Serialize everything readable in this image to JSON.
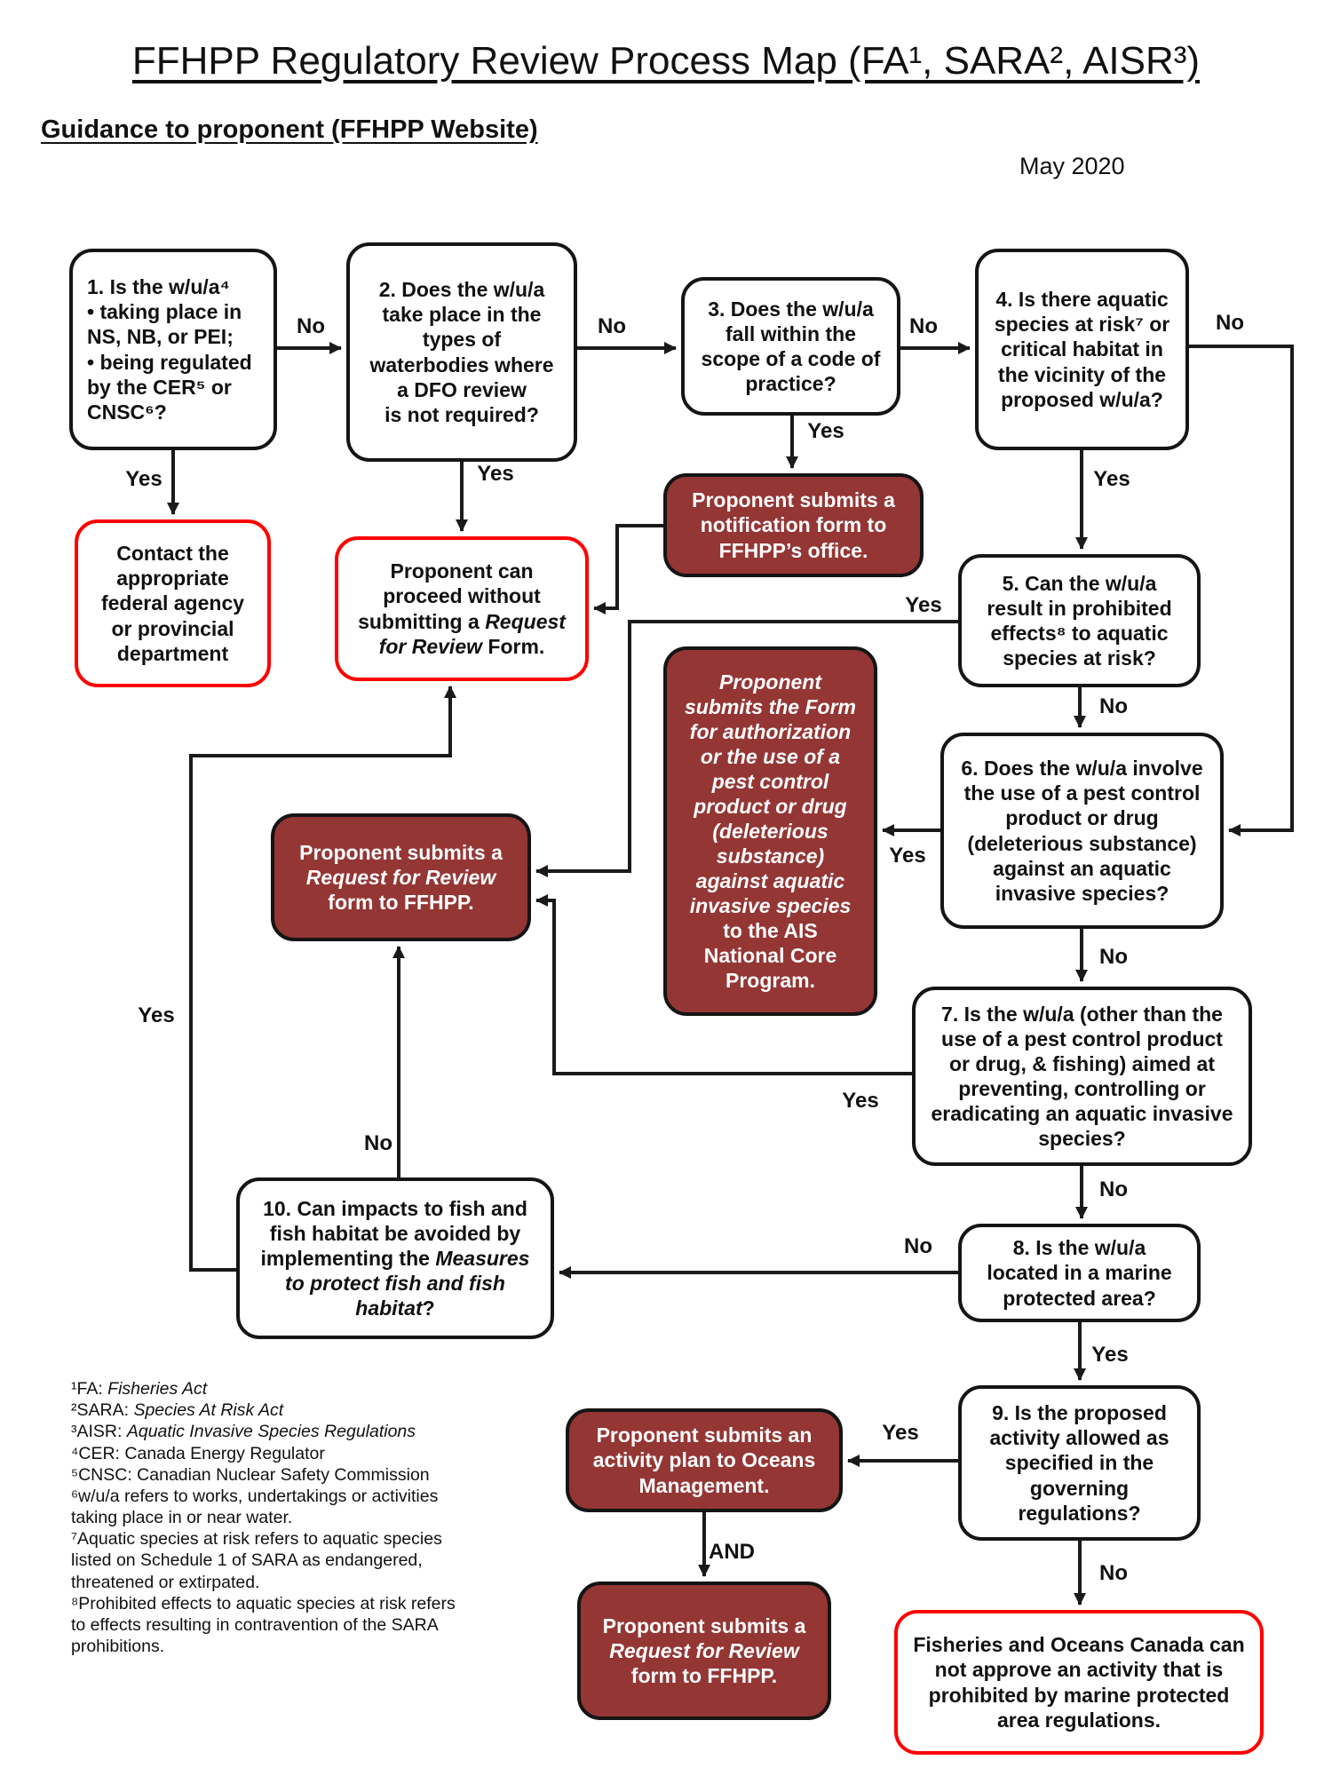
{
  "header": {
    "title": "FFHPP Regulatory Review Process Map (FA¹, SARA², AISR³)",
    "subtitle": "Guidance to proponent (FFHPP Website)",
    "date": "May 2020"
  },
  "colors": {
    "action_fill": "#943634",
    "terminal_border": "#ff0000",
    "line_color": "#1a1a1a"
  },
  "nodes": {
    "q1": {
      "segments": [
        {
          "t": "1.  Is the w/u/a⁴\n•  taking place in NS, NB, or PEI;\n•  being regulated by the CER⁵ or CNSC⁶?"
        }
      ]
    },
    "q2": {
      "segments": [
        {
          "t": "2. Does the w/u/a take place in the types of waterbodies where a DFO review\nis not required?"
        }
      ]
    },
    "q3": {
      "segments": [
        {
          "t": "3. Does the w/u/a fall within the scope of a code of practice?"
        }
      ]
    },
    "q4": {
      "segments": [
        {
          "t": "4. Is there aquatic species at risk⁷ or critical habitat in the vicinity of the proposed w/u/a?"
        }
      ]
    },
    "contact": {
      "segments": [
        {
          "t": "Contact the appropriate federal agency or provincial department"
        }
      ]
    },
    "proceed": {
      "segments": [
        {
          "t": "Proponent can proceed without submitting a "
        },
        {
          "t": "Request for Review",
          "i": true
        },
        {
          "t": " Form."
        }
      ]
    },
    "notify": {
      "segments": [
        {
          "t": "Proponent submits a notification form to FFHPP’s office."
        }
      ]
    },
    "q5": {
      "segments": [
        {
          "t": "5. Can the w/u/a result in prohibited effects⁸ to aquatic species at risk?"
        }
      ]
    },
    "ais_form": {
      "segments": [
        {
          "t": "Proponent submits the Form for authorization or the use of a pest control product or drug (deleterious substance) against aquatic invasive species",
          "i": true
        },
        {
          "t": " to the AIS National Core Program."
        }
      ]
    },
    "q6": {
      "segments": [
        {
          "t": "6. Does the w/u/a involve the use of a pest control product or drug (deleterious substance) against an aquatic invasive species?"
        }
      ]
    },
    "request1": {
      "segments": [
        {
          "t": "Proponent submits a "
        },
        {
          "t": "Request for Review",
          "i": true
        },
        {
          "t": " form to FFHPP."
        }
      ]
    },
    "q7": {
      "segments": [
        {
          "t": "7. Is the w/u/a (other than the use of a pest control product or drug, & fishing) aimed at preventing, controlling or eradicating an aquatic invasive species?"
        }
      ]
    },
    "q10": {
      "segments": [
        {
          "t": "10. Can impacts to fish and fish habitat be avoided by implementing the "
        },
        {
          "t": "Measures to protect fish and fish habitat",
          "i": true
        },
        {
          "t": "?"
        }
      ]
    },
    "q8": {
      "segments": [
        {
          "t": "8. Is the w/u/a located in a marine protected area?"
        }
      ]
    },
    "q9": {
      "segments": [
        {
          "t": "9. Is the proposed activity allowed as specified in the governing regulations?"
        }
      ]
    },
    "activity_plan": {
      "segments": [
        {
          "t": "Proponent submits an activity plan to Oceans Management."
        }
      ]
    },
    "request2": {
      "segments": [
        {
          "t": "Proponent submits a "
        },
        {
          "t": "Request for Review",
          "i": true
        },
        {
          "t": " form to FFHPP."
        }
      ]
    },
    "no_approve": {
      "segments": [
        {
          "t": "Fisheries and Oceans Canada can not approve an activity that is prohibited by marine protected area regulations."
        }
      ]
    }
  },
  "edge_labels": {
    "q1_no": "No",
    "q1_yes": "Yes",
    "q2_no": "No",
    "q2_yes": "Yes",
    "q3_no": "No",
    "q3_yes": "Yes",
    "q4_no": "No",
    "q4_yes": "Yes",
    "q5_yes": "Yes",
    "q5_no": "No",
    "q6_yes": "Yes",
    "q6_no": "No",
    "q7_yes": "Yes",
    "q7_no": "No",
    "q8_no": "No",
    "q8_yes": "Yes",
    "q9_yes": "Yes",
    "q9_no": "No",
    "and_label": "AND",
    "q10_yes": "Yes",
    "q10_no": "No"
  },
  "footnotes": [
    [
      {
        "t": "¹FA: "
      },
      {
        "t": "Fisheries Act",
        "i": true
      }
    ],
    [
      {
        "t": "²SARA: "
      },
      {
        "t": "Species At Risk Act",
        "i": true
      }
    ],
    [
      {
        "t": "³AISR: "
      },
      {
        "t": "Aquatic Invasive Species Regulations",
        "i": true
      }
    ],
    [
      {
        "t": "⁴CER: Canada Energy Regulator"
      }
    ],
    [
      {
        "t": "⁵CNSC: Canadian Nuclear Safety Commission"
      }
    ],
    [
      {
        "t": "⁶w/u/a refers to works, undertakings or activities taking place in or near water."
      }
    ],
    [
      {
        "t": "⁷Aquatic species at risk refers to aquatic species listed on Schedule 1 of SARA as endangered, threatened or extirpated."
      }
    ],
    [
      {
        "t": "⁸Prohibited effects to aquatic species at risk refers to effects resulting in contravention of the SARA prohibitions."
      }
    ]
  ]
}
